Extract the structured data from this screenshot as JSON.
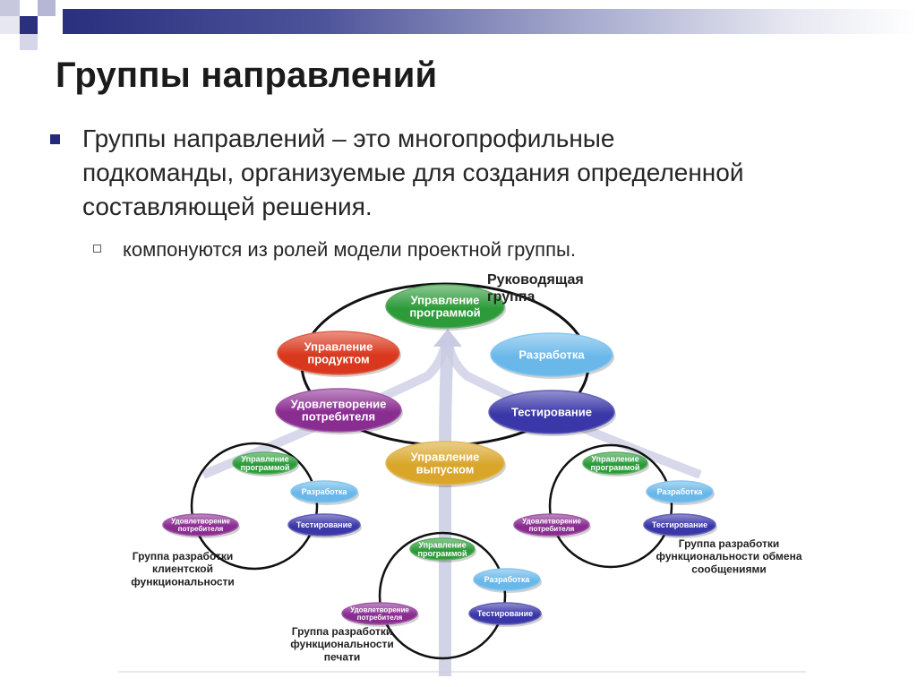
{
  "slide": {
    "title": "Группы направлений",
    "bullet": "Группы направлений – это многопрофильные подкоманды, организуемые для создания определенной составляющей решения.",
    "sub_bullet": "компонуются из ролей модели проектной группы."
  },
  "diagram": {
    "lead_group_label": [
      "Руководящая",
      "группа"
    ],
    "main_nodes": {
      "program": [
        "Управление",
        "программой"
      ],
      "product": [
        "Управление",
        "продуктом"
      ],
      "dev": [
        "Разработка"
      ],
      "user": [
        "Удовлетворение",
        "потребителя"
      ],
      "test": [
        "Тестирование"
      ],
      "release": [
        "Управление",
        "выпуском"
      ]
    },
    "small_nodes": {
      "program": [
        "Управление",
        "программой"
      ],
      "dev": [
        "Разработка"
      ],
      "user": [
        "Удовлетворение",
        "потребителя"
      ],
      "test": [
        "Тестирование"
      ]
    },
    "group_labels": {
      "left": [
        "Группа разработки",
        "клиентской",
        "функциональности"
      ],
      "right": [
        "Группа разработки",
        "функциональности обмена",
        "сообщениями"
      ],
      "bottom": [
        "Группа разработки",
        "функциональности",
        "печати"
      ]
    },
    "colors": {
      "program": "#2e9b3a",
      "product": "#d9381e",
      "dev": "#6ab8ea",
      "user": "#8a2d91",
      "test": "#3a37a8",
      "release": "#d9a62a",
      "arrow": "#c9cbe3"
    }
  }
}
